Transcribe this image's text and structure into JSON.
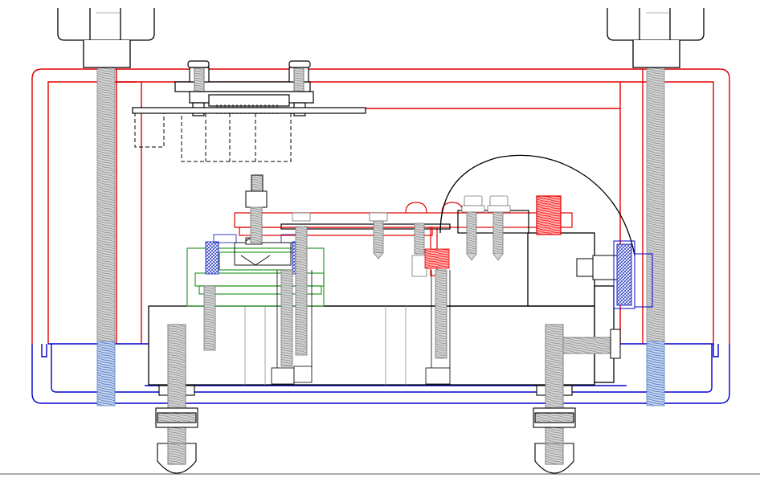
{
  "drawing": {
    "kind": "mechanical-assembly-section",
    "colors": {
      "housing_top": "#e00000",
      "housing_base": "#0000cc",
      "clamp_block": "#2a9a2a",
      "outline": "#000000",
      "fastener": "#777777",
      "thread_fill": "#cfcfcf",
      "thread_red": "#ff2020",
      "thread_blue": "#7f9fd8"
    },
    "parts": [
      "leveling-knob-left",
      "leveling-knob-right",
      "threaded-rod-left",
      "threaded-rod-right",
      "red-cover-housing",
      "blue-base-tray",
      "connector",
      "connector-pcb",
      "main-block",
      "green-clamp",
      "bracket-plate",
      "arc-guide",
      "side-clamp",
      "caster-left",
      "caster-right"
    ]
  }
}
